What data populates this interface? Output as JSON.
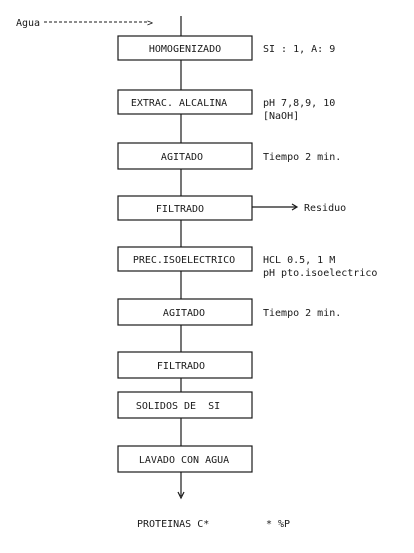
{
  "input": {
    "label": "Agua",
    "arrow": ">"
  },
  "steps": [
    {
      "label": "HOMOGENIZADO",
      "notes": [
        "SI : 1, A: 9"
      ]
    },
    {
      "label": "EXTRAC. ALCALINA",
      "notes": [
        "pH 7,8,9, 10",
        "[NaOH]"
      ]
    },
    {
      "label": "AGITADO",
      "notes": [
        "Tiempo 2 min."
      ]
    },
    {
      "label": "FILTRADO",
      "notes": [],
      "side_output": "Residuo"
    },
    {
      "label": "PREC.ISOELECTRICO",
      "notes": [
        "HCL 0.5, 1 M",
        "pH pto.isoelectrico"
      ]
    },
    {
      "label": "AGITADO",
      "notes": [
        "Tiempo 2 min."
      ]
    },
    {
      "label": "FILTRADO",
      "notes": []
    },
    {
      "label": "SOLIDOS DE  SI",
      "notes": []
    },
    {
      "label": "LAVADO CON AGUA",
      "notes": []
    }
  ],
  "output": {
    "product": "PROTEINAS C*",
    "footnote": "* %P"
  }
}
